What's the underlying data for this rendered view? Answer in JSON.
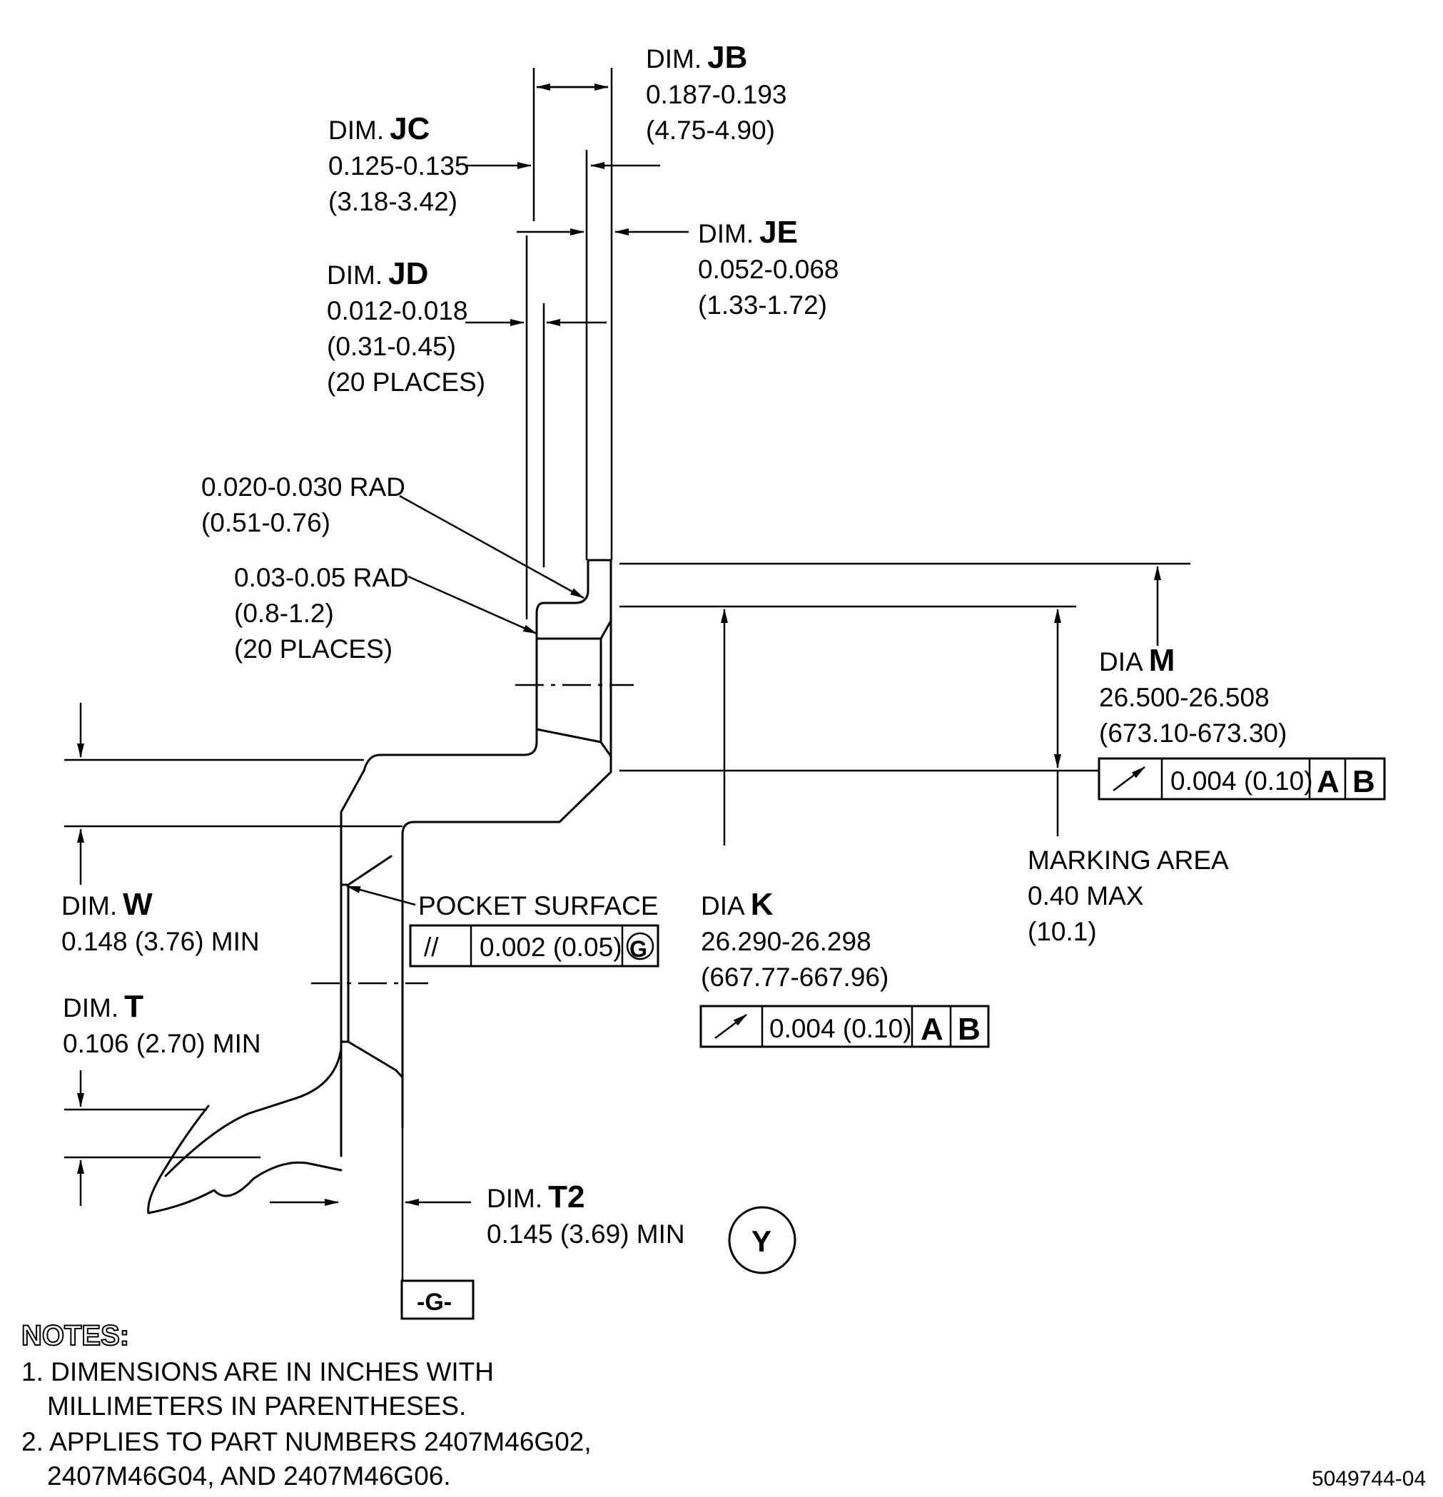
{
  "dims": {
    "jb": {
      "prefix": "DIM.",
      "id": "JB",
      "l1": "0.187-0.193",
      "l2": "(4.75-4.90)"
    },
    "jc": {
      "prefix": "DIM.",
      "id": "JC",
      "l1": "0.125-0.135",
      "l2": "(3.18-3.42)"
    },
    "je": {
      "prefix": "DIM.",
      "id": "JE",
      "l1": "0.052-0.068",
      "l2": "(1.33-1.72)"
    },
    "jd": {
      "prefix": "DIM.",
      "id": "JD",
      "l1": "0.012-0.018",
      "l2": "(0.31-0.45)",
      "l3": "(20 PLACES)"
    },
    "rad1": {
      "l1": "0.020-0.030 RAD",
      "l2": "(0.51-0.76)"
    },
    "rad2": {
      "l1": "0.03-0.05 RAD",
      "l2": "(0.8-1.2)",
      "l3": "(20 PLACES)"
    },
    "m": {
      "prefix": "DIA",
      "id": "M",
      "l1": "26.500-26.508",
      "l2": "(673.10-673.30)"
    },
    "k": {
      "prefix": "DIA",
      "id": "K",
      "l1": "26.290-26.298",
      "l2": "(667.77-667.96)"
    },
    "marking": {
      "l1": "MARKING AREA",
      "l2": "0.40 MAX",
      "l3": "(10.1)"
    },
    "w": {
      "prefix": "DIM.",
      "id": "W",
      "l1": "0.148 (3.76) MIN"
    },
    "t": {
      "prefix": "DIM.",
      "id": "T",
      "l1": "0.106 (2.70) MIN"
    },
    "t2": {
      "prefix": "DIM.",
      "id": "T2",
      "l1": "0.145 (3.69) MIN"
    },
    "pocket": {
      "label": "POCKET SURFACE"
    }
  },
  "fcf": {
    "m": {
      "tol": "0.004 (0.10)",
      "d1": "A",
      "d2": "B"
    },
    "k": {
      "tol": "0.004 (0.10)",
      "d1": "A",
      "d2": "B"
    },
    "pocket": {
      "sym": "//",
      "tol": "0.002 (0.05)",
      "datum": "G"
    }
  },
  "datum_g": "-G-",
  "view": "Y",
  "notes": {
    "title": "NOTES:",
    "n1a": "1. DIMENSIONS ARE IN INCHES WITH",
    "n1b": "MILLIMETERS IN PARENTHESES.",
    "n2a": "2. APPLIES TO PART NUMBERS 2407M46G02,",
    "n2b": "2407M46G04, AND 2407M46G06."
  },
  "drawing_number": "5049744-04"
}
